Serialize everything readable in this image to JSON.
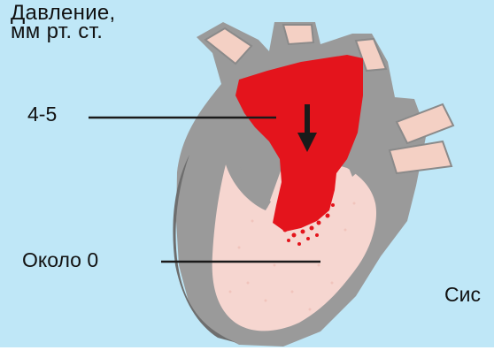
{
  "diagram": {
    "title_line1": "Давление,",
    "title_line2": "мм рт. ст.",
    "atrium_pressure": "4-5",
    "ventricle_pressure": "Около 0",
    "cut_label": "Сис"
  },
  "colors": {
    "background": "#bfe7f7",
    "wall": "#9a9a9a",
    "atrium_blood": "#e4141c",
    "ventricle_blood": "#f6d6d0"
  },
  "icons": {
    "flow_arrow": "down-arrow-icon"
  }
}
